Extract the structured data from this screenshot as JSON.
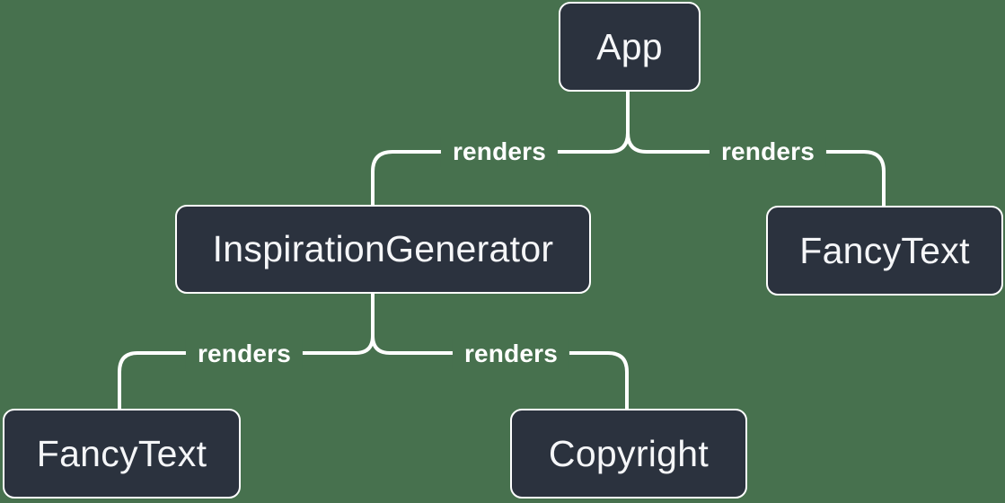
{
  "diagram": {
    "type": "render-tree",
    "colors": {
      "background": "#47714E",
      "line": "#FFFFFF",
      "node_fill": "#2B323E",
      "node_border": "#FFFFFF",
      "node_text": "#F5F6F8",
      "edge_label_text": "#FFFFFF"
    },
    "nodes": [
      {
        "id": "app",
        "label": "App"
      },
      {
        "id": "inspiration-generator",
        "label": "InspirationGenerator"
      },
      {
        "id": "fancy-text-top-right",
        "label": "FancyText"
      },
      {
        "id": "fancy-text-bottom-left",
        "label": "FancyText"
      },
      {
        "id": "copyright",
        "label": "Copyright"
      }
    ],
    "edges": [
      {
        "from": "app",
        "to": "inspiration-generator",
        "label": "renders"
      },
      {
        "from": "app",
        "to": "fancy-text-top-right",
        "label": "renders"
      },
      {
        "from": "inspiration-generator",
        "to": "fancy-text-bottom-left",
        "label": "renders"
      },
      {
        "from": "inspiration-generator",
        "to": "copyright",
        "label": "renders"
      }
    ]
  }
}
